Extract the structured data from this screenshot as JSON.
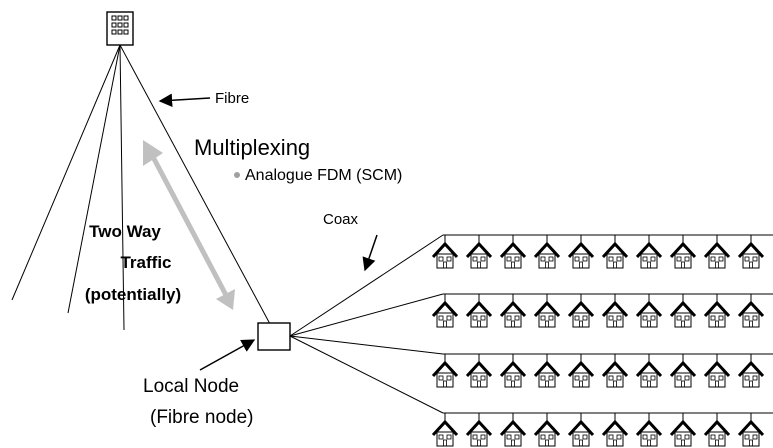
{
  "labels": {
    "fibre": "Fibre",
    "multiplexing": "Multiplexing",
    "bullet": "Analogue FDM (SCM)",
    "coax": "Coax",
    "traffic_line1": "Two Way",
    "traffic_line2": "Traffic",
    "traffic_line3": "(potentially)",
    "local_node": "Local Node",
    "fibre_node": "(Fibre node)"
  },
  "houses": {
    "rows": 4,
    "per_row": 10
  },
  "icons": [
    "building-icon",
    "house-icon",
    "arrow-icon",
    "bidirectional-arrow-icon"
  ],
  "colors": {
    "line": "#000000",
    "arrow_grey": "#c0c0c0",
    "bullet_grey": "#a0a0a0"
  }
}
